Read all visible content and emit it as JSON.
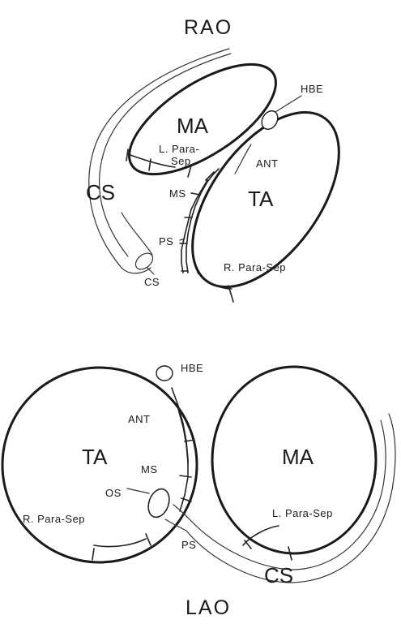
{
  "top_view": {
    "title": "RAO",
    "labels": {
      "ma": "MA",
      "ta": "TA",
      "cs": "CS",
      "hbe": "HBE",
      "l_para_sep_line1": "L. Para-",
      "l_para_sep_line2": "Sep",
      "ant": "ANT",
      "ms": "MS",
      "ps": "PS",
      "os_cs": "CS",
      "r_para_sep": "R. Para-Sep"
    }
  },
  "bottom_view": {
    "title": "LAO",
    "labels": {
      "ta": "TA",
      "ma": "MA",
      "cs": "CS",
      "hbe": "HBE",
      "ant": "ANT",
      "ms": "MS",
      "os": "OS",
      "r_para_sep": "R. Para-Sep",
      "l_para_sep": "L. Para-Sep",
      "ps": "PS"
    }
  },
  "colors": {
    "ink": "#1a1a1a",
    "background": "#ffffff"
  }
}
